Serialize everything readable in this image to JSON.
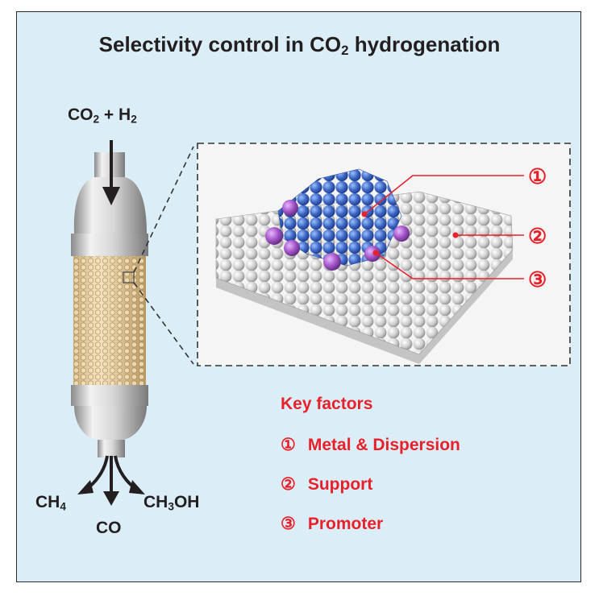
{
  "title_pre": "Selectivity control in CO",
  "title_sub": "2",
  "title_post": " hydrogenation",
  "feed": {
    "a": "CO",
    "a_sub": "2",
    "mid": " + H",
    "b_sub": "2"
  },
  "products": {
    "ch4": {
      "pre": "CH",
      "sub": "4"
    },
    "co": "CO",
    "ch3oh": {
      "pre": "CH",
      "sub": "3",
      "post": "OH"
    }
  },
  "callouts": [
    "①",
    "②",
    "③"
  ],
  "key_factors": {
    "heading": "Key factors",
    "items": [
      {
        "num": "①",
        "label": "Metal & Dispersion"
      },
      {
        "num": "②",
        "label": "Support"
      },
      {
        "num": "③",
        "label": "Promoter"
      }
    ]
  },
  "colors": {
    "background": "#dbeef8",
    "accent": "#e8202a",
    "metal": "#3f69c7",
    "promoter": "#a455c8",
    "support": "#c7c7c7",
    "catalyst_bed": "#e8cfa0"
  }
}
